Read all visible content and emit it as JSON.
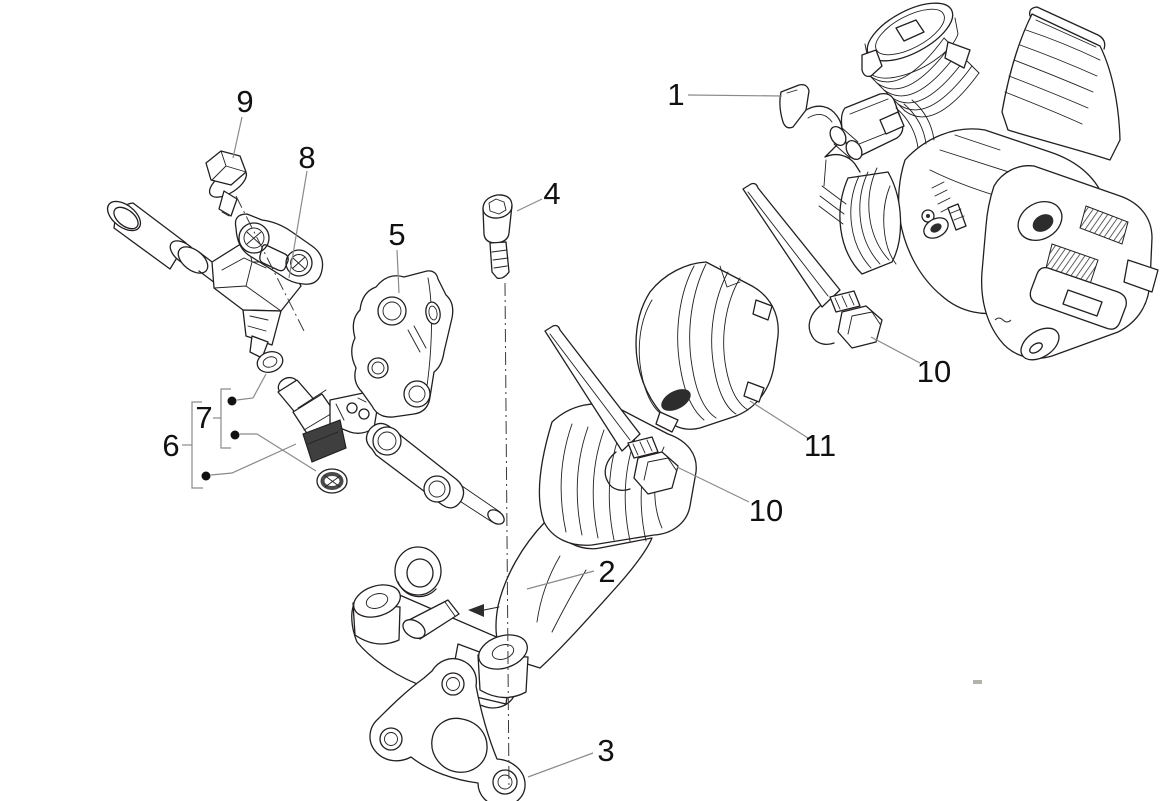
{
  "diagram": {
    "figure_type": "exploded-parts-diagram",
    "background_color": "#ffffff",
    "line_color": "#231f20",
    "leader_color": "#8a8a8a",
    "label_color": "#111111",
    "callouts": {
      "c1": "1",
      "c2": "2",
      "c3": "3",
      "c4": "4",
      "c5": "5",
      "c6": "6",
      "c7": "7",
      "c8": "8",
      "c9": "9",
      "c10_left": "10",
      "c10_right": "10",
      "c11": "11"
    }
  }
}
